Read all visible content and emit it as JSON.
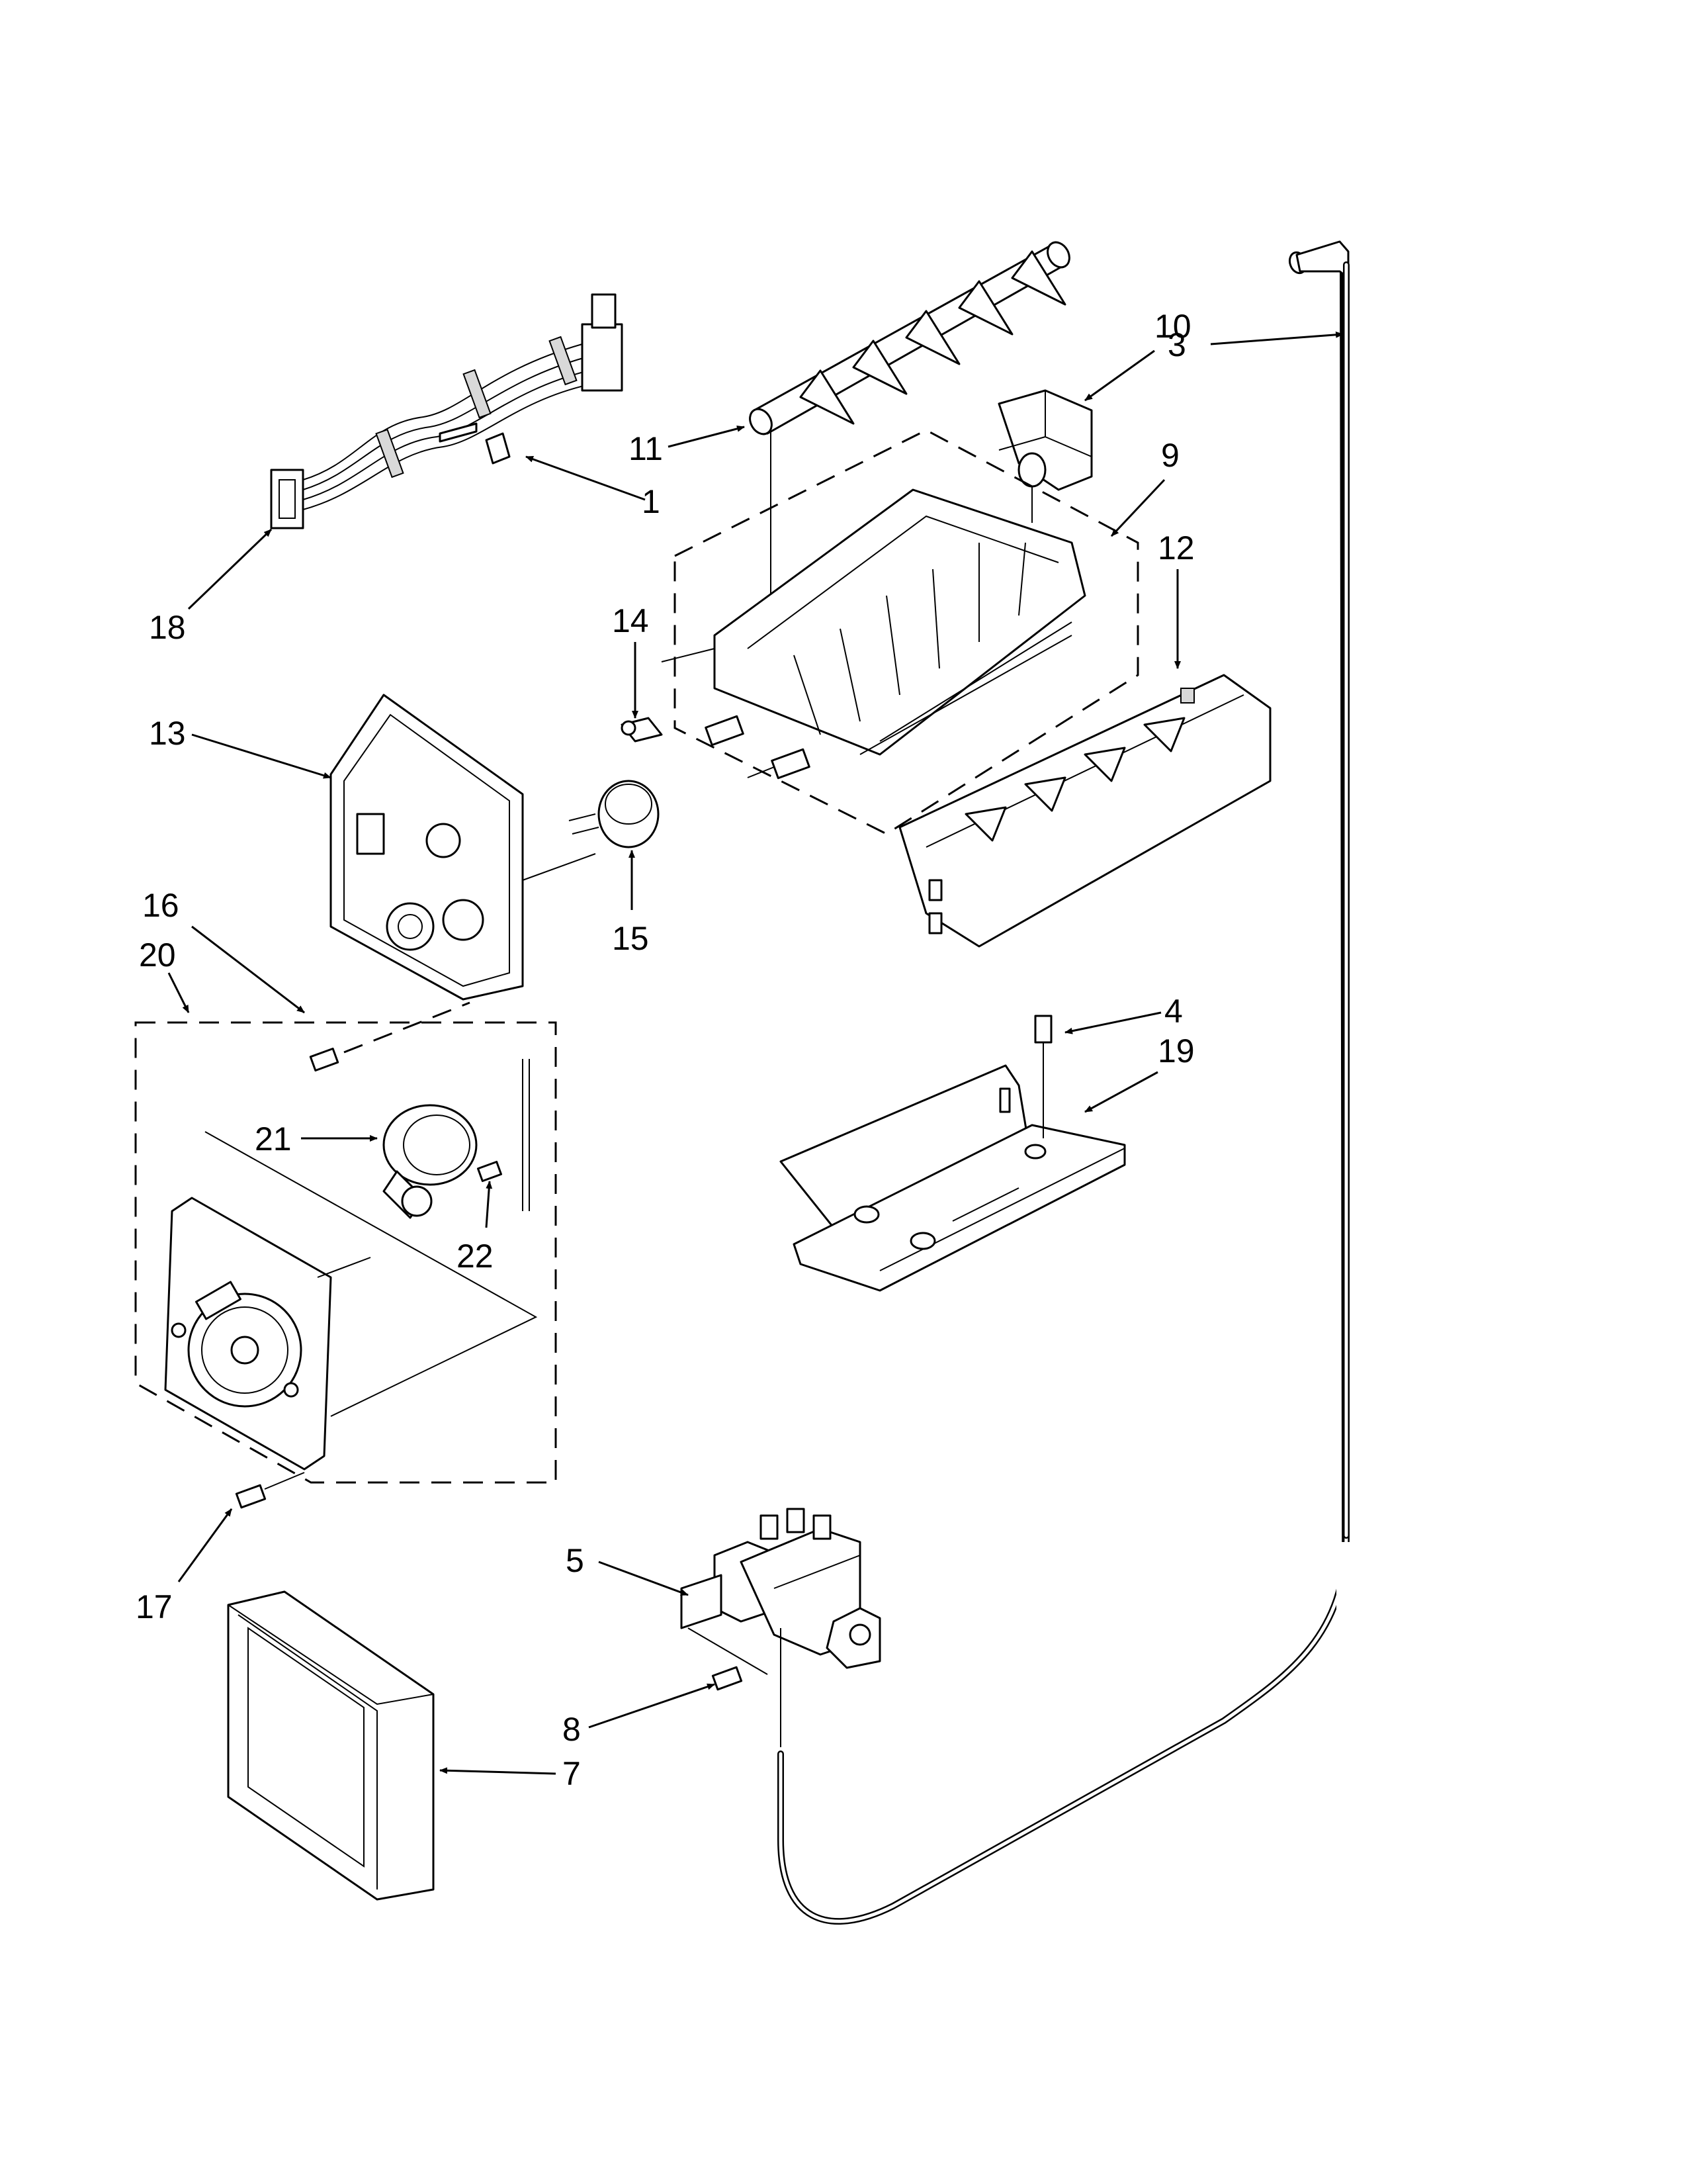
{
  "diagram": {
    "callouts": [
      {
        "id": "1",
        "label": "1"
      },
      {
        "id": "3",
        "label": "3"
      },
      {
        "id": "4",
        "label": "4"
      },
      {
        "id": "5",
        "label": "5"
      },
      {
        "id": "7",
        "label": "7"
      },
      {
        "id": "8",
        "label": "8"
      },
      {
        "id": "9",
        "label": "9"
      },
      {
        "id": "10",
        "label": "10"
      },
      {
        "id": "11",
        "label": "11"
      },
      {
        "id": "12",
        "label": "12"
      },
      {
        "id": "13",
        "label": "13"
      },
      {
        "id": "14",
        "label": "14"
      },
      {
        "id": "15",
        "label": "15"
      },
      {
        "id": "16",
        "label": "16"
      },
      {
        "id": "17",
        "label": "17"
      },
      {
        "id": "18",
        "label": "18"
      },
      {
        "id": "19",
        "label": "19"
      },
      {
        "id": "20",
        "label": "20"
      },
      {
        "id": "21",
        "label": "21"
      },
      {
        "id": "22",
        "label": "22"
      }
    ]
  }
}
